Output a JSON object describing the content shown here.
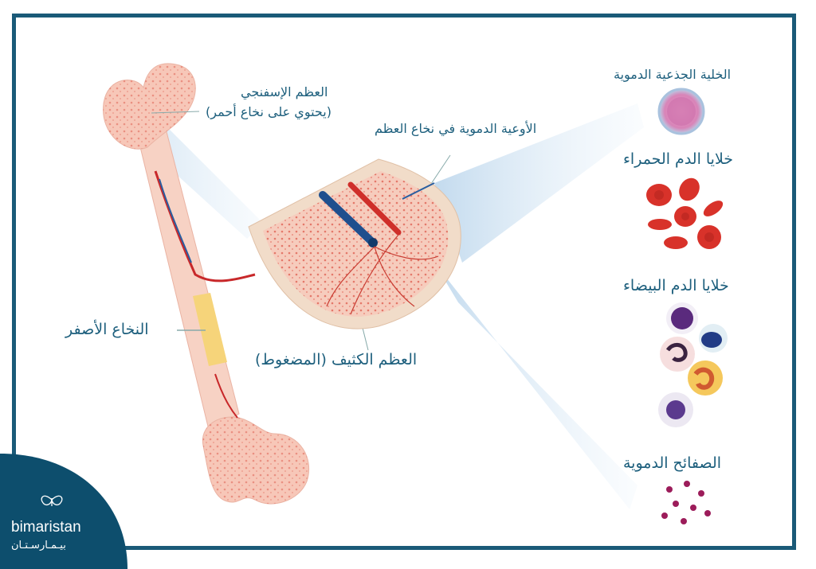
{
  "labels": {
    "spongy_bone": "العظم الإسفنجي",
    "spongy_bone_note": "(يحتوي على نخاع أحمر)",
    "blood_vessels": "الأوعية الدموية في نخاع العظم",
    "yellow_marrow": "النخاع الأصفر",
    "compact_bone": "العظم الكثيف (المضغوط)",
    "stem_cell": "الخلية الجذعية الدموية",
    "red_cells": "خلايا الدم الحمراء",
    "white_cells": "خلايا الدم البيضاء",
    "platelets": "الصفائح الدموية"
  },
  "brand": {
    "name": "bimaristan",
    "name_ar": "بيـمـارسـتـان"
  },
  "colors": {
    "frame": "#1a5a78",
    "label": "#1d5f7d",
    "bone": "#f6cdbf",
    "red_cell": "#d8322a",
    "logo_bg": "#0d4e6d"
  }
}
